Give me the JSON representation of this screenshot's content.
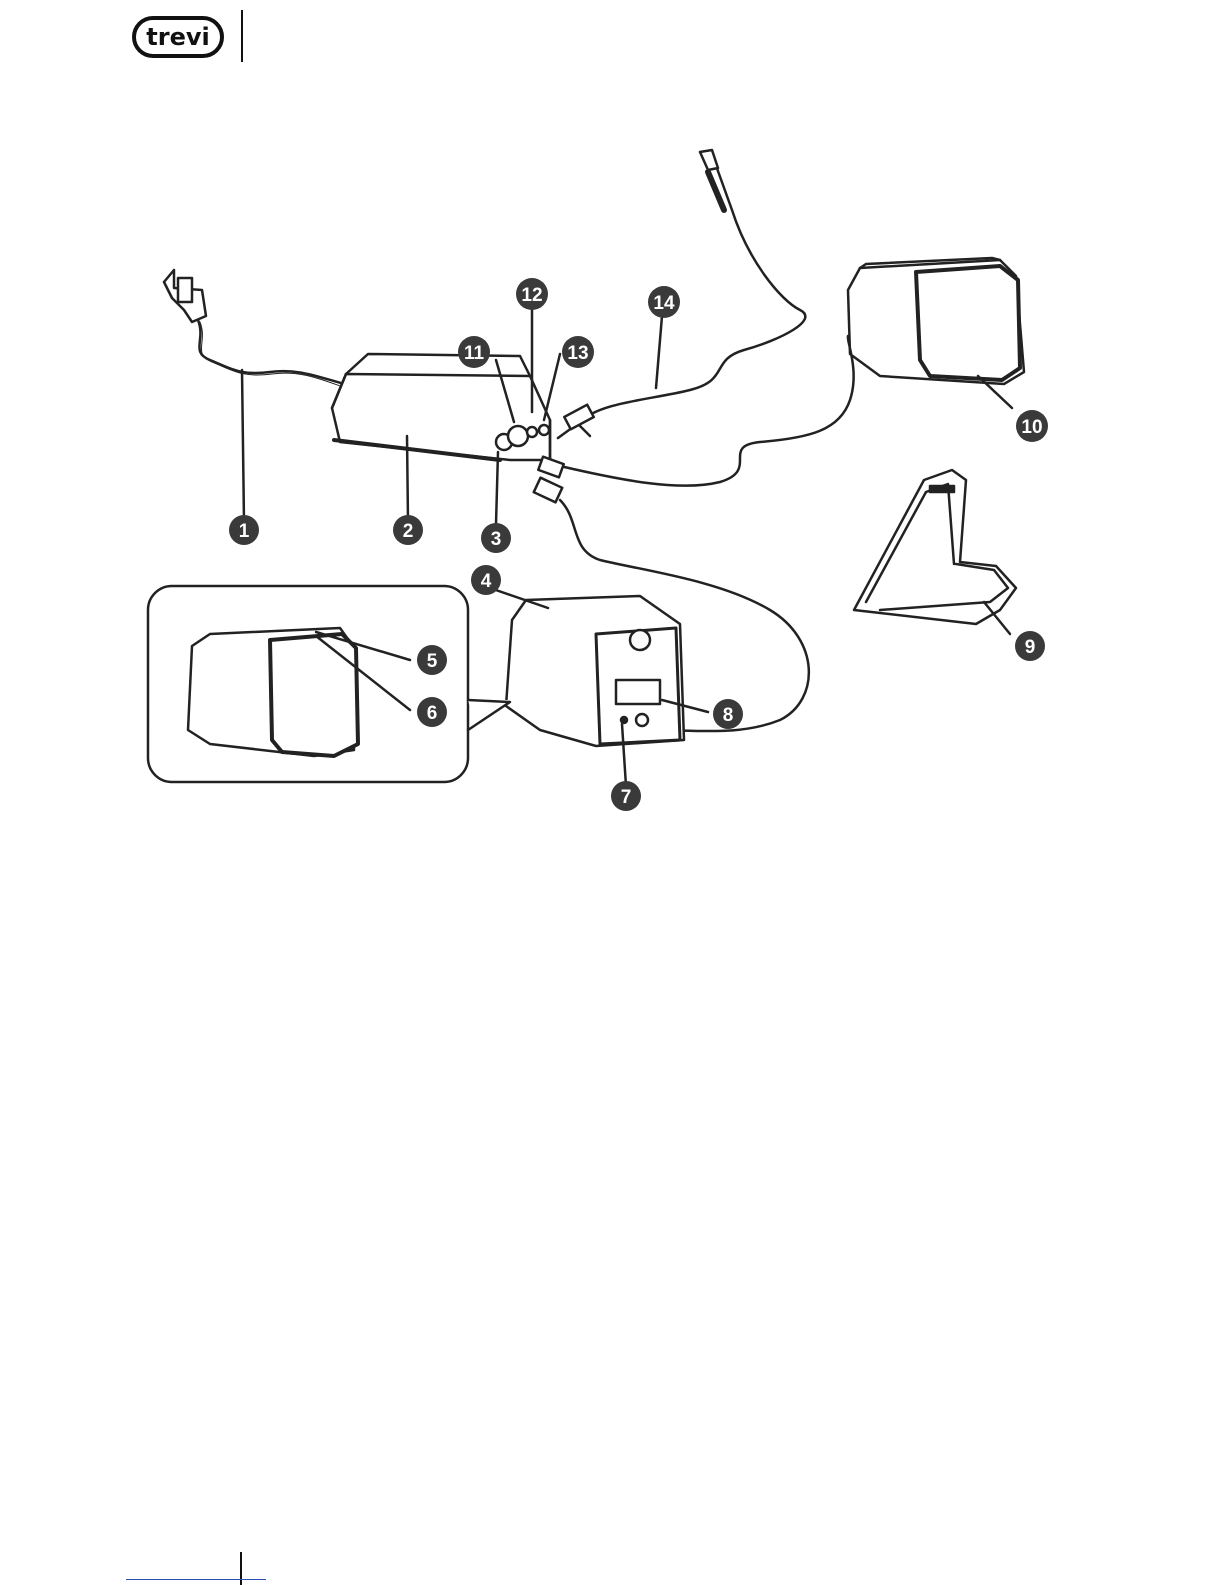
{
  "brand": {
    "logo_text": "trevi"
  },
  "callouts": {
    "c1": "1",
    "c2": "2",
    "c3": "3",
    "c4": "4",
    "c5": "5",
    "c6": "6",
    "c7": "7",
    "c8": "8",
    "c9": "9",
    "c10": "10",
    "c11": "11",
    "c12": "12",
    "c13": "13",
    "c14": "14"
  },
  "colors": {
    "ink": "#111111",
    "callout_fill": "#3a3a3a",
    "footer_line": "#2b4fb0"
  }
}
